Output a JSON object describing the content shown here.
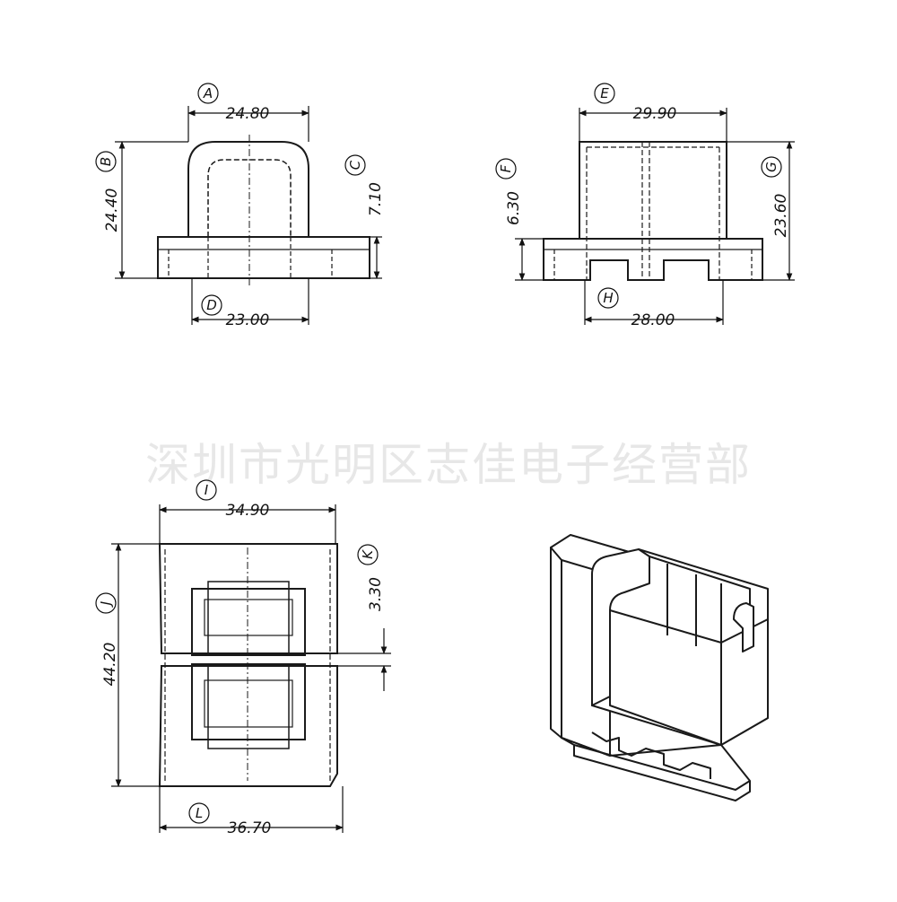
{
  "watermark": "深圳市光明区志佳电子经营部",
  "views": {
    "front": {
      "A": {
        "letter": "A",
        "value": "24.80"
      },
      "B": {
        "letter": "B",
        "value": "24.40"
      },
      "C": {
        "letter": "C",
        "value": "7.10"
      },
      "D": {
        "letter": "D",
        "value": "23.00"
      }
    },
    "side": {
      "E": {
        "letter": "E",
        "value": "29.90"
      },
      "F": {
        "letter": "F",
        "value": "6.30"
      },
      "G": {
        "letter": "G",
        "value": "23.60"
      },
      "H": {
        "letter": "H",
        "value": "28.00"
      }
    },
    "top": {
      "I": {
        "letter": "I",
        "value": "34.90"
      },
      "J": {
        "letter": "J",
        "value": "44.20"
      },
      "K": {
        "letter": "K",
        "value": "3.30"
      },
      "L": {
        "letter": "L",
        "value": "36.70"
      }
    }
  },
  "colors": {
    "line": "#1a1a1a",
    "hidden": "#555555",
    "watermark": "#bdbdbd"
  }
}
